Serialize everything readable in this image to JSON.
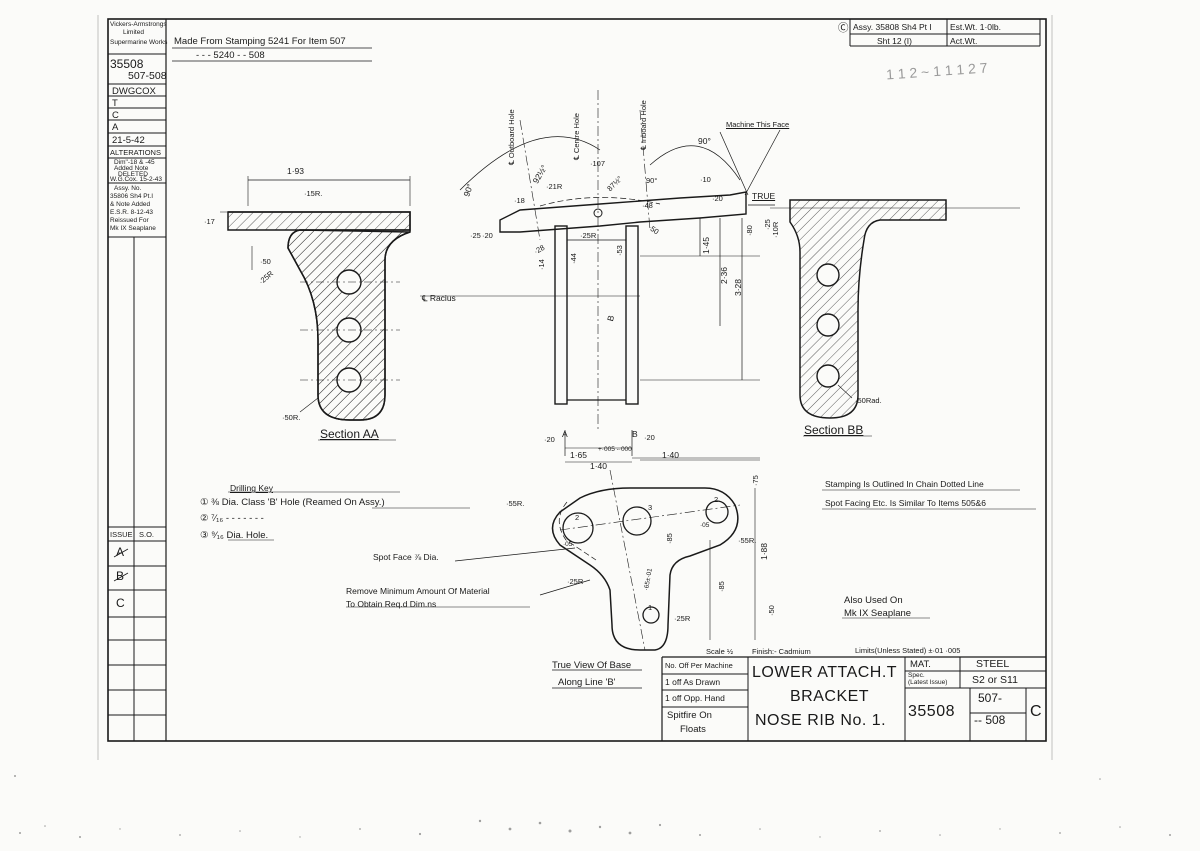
{
  "left_block": {
    "company_line1": "Vickers-Armstrongs",
    "company_line2": "Limited",
    "company_line3": "Supermarine Works",
    "drawing_no_top": "35508",
    "drawing_no_items": "507-508",
    "drawn": "DWGCOX",
    "traced": "T",
    "checked": "C",
    "approved": "A",
    "date": "21-5-42",
    "alterations_title": "ALTERATIONS",
    "alt_a1": "Dim\"-18 & -45",
    "alt_a2": "Added Note",
    "alt_a3": "DELETED",
    "alt_a4": "W.G.Cox. 15-2-43",
    "alt_b1": "Assy. No.",
    "alt_b2": "35806 Sh4 Pt.I",
    "alt_b3": "& Note Added",
    "alt_b4": "E.S.R. 8-12-43",
    "alt_b5": "Reissued For",
    "alt_b6": "Mk IX Seaplane",
    "issue_header": "ISSUE",
    "so_header": "S.O.",
    "issues": [
      "A",
      "B",
      "C"
    ]
  },
  "top_note": {
    "line1": "Made From Stamping 5241 For Item 507",
    "line2": "-   -   -   5240  -  -  508"
  },
  "top_right": {
    "issue_mark": "Ⓒ",
    "assy": "Assy. 35808 Sh4 Pt I",
    "sht": "Sht 12 (I)",
    "est_wt": "Est.Wt. 1·0lb.",
    "act_wt": "Act.Wt.",
    "pencil": "1 1 2   ~   1 1 1 2 7"
  },
  "dimensions": {
    "d_193": "1·93",
    "d_15r": "·15R.",
    "d_17": "·17",
    "d_50": "·50",
    "d_25r": "·25R",
    "d_50r": "·50R.",
    "radius_note": "℄ Racius",
    "d_90a": "90°",
    "d_18": "·18",
    "d_92half": "92½°",
    "d_21r": "·21R",
    "d_107": "·107",
    "d_875": "87½°",
    "d_90b": "90°",
    "d_10": "·10",
    "d_20a": "·20",
    "d_90c": "90°",
    "d_true": "TRUE",
    "d_48": "·48",
    "d_50b": "·50",
    "d_25a": "·25",
    "d_20b": "·20",
    "d_25b": "·25R",
    "d_28": "·28",
    "d_14": "·14",
    "d_44": "·44",
    "d_53": "·53",
    "d_145": "1·45",
    "d_236": "2·36",
    "d_328": "3·28",
    "d_80": "·80",
    "d_25c": "·25",
    "d_10b": "·10R",
    "d_20c": "·20",
    "d_20d": "·20",
    "d_165": "1·65",
    "d_005": "+·005 -·000",
    "d_140a": "1·40",
    "d_140b": "1·40",
    "label_a": "A",
    "label_b": "B",
    "label_b2": "B",
    "outboard": "℄ Outboard Hole",
    "centre": "℄ Centre Hole",
    "inboard": "℄ Inboard Hole",
    "machine": "Machine This Face",
    "d_50rad": "·50Rad.",
    "d_55r1": "·55R.",
    "d_55r2": "·55R.",
    "d_25r2": "·25R",
    "d_25r3": "·25R",
    "d_75": "·75",
    "d_188": "1·88",
    "d_85a": "·85",
    "d_85b": "·85",
    "d_50c": "·50",
    "d_05a": "·05",
    "d_05b": "·05",
    "d_fdist": "·65±·01",
    "hole1": "1",
    "hole2": "2",
    "hole3": "3",
    "hole2b": "2"
  },
  "sections": {
    "aa": "Section AA",
    "bb": "Section BB"
  },
  "drilling": {
    "title": "Drilling Key",
    "k1": "① ⅜ Dia. Class 'B' Hole (Reamed On Assy.)",
    "k2": "② ⁷⁄₁₆  -   -   -   -   -   -   -",
    "k3": "③ ⁹⁄₁₆ Dia. Hole."
  },
  "notes": {
    "spot_face": "Spot Face ⅞ Dia.",
    "remove1": "Remove Minimum Amount Of Material",
    "remove2": "To Obtain Req.d Dim.ns",
    "stamping": "Stamping Is Outlined In Chain Dotted Line",
    "spot_facing": "Spot Facing Etc. Is Similar To Items 505&6",
    "also1": "Also Used On",
    "also2": "Mk IX Seaplane",
    "true_view1": "True View Of Base",
    "true_view2": "Along Line 'B'"
  },
  "title_block": {
    "scale": "Scale ½",
    "finish": "Finish:- Cadmium",
    "limits": "Limits(Unless Stated) ±·01 ·005",
    "no_off": "No. Off Per Machine",
    "off1": "1 off As Drawn",
    "off2": "1 off Opp. Hand",
    "spitfire": "Spitfire On",
    "floats": "Floats",
    "title1": "LOWER ATTACH.T",
    "title2": "BRACKET",
    "title3": "NOSE RIB No. 1.",
    "mat_label": "MAT.",
    "mat_value": "STEEL",
    "spec_label1": "Spec.",
    "spec_label2": "(Latest Issue)",
    "spec_value": "S2 or S11",
    "dwg_no": "35508",
    "dwg_items1": "507-",
    "dwg_items2": "-- 508",
    "issue_letter": "C"
  }
}
